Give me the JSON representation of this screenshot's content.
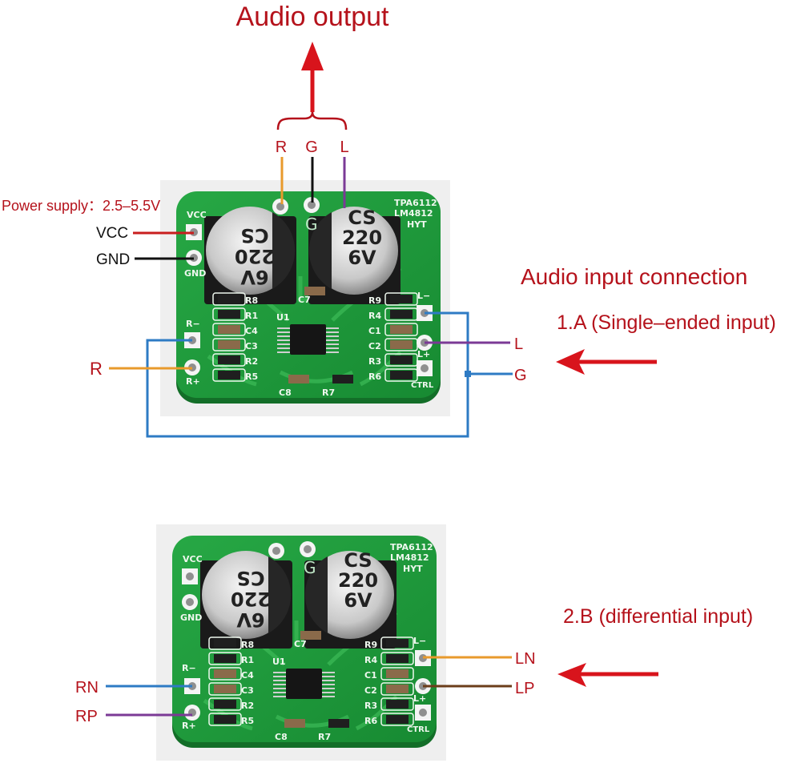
{
  "title": "Audio output",
  "output_pins": [
    "R",
    "G",
    "L"
  ],
  "power": {
    "label": "Power supply：2.5–5.5V",
    "vcc": "VCC",
    "gnd": "GND"
  },
  "input_heading": "Audio input connection",
  "mode_a": {
    "label": "1.A (Single–ended input)",
    "right_left_pin": "R",
    "left_pin": "L",
    "ground_pin": "G"
  },
  "mode_b": {
    "label": "2.B (differential input)",
    "rn": "RN",
    "rp": "RP",
    "ln": "LN",
    "lp": "LP"
  },
  "board": {
    "chip_marking_1": "TPA6112",
    "chip_marking_2": "LM4812",
    "maker": "HYT",
    "cap_line1": "CS",
    "cap_line2": "220",
    "cap_line3": "6V",
    "pad_vcc": "VCC",
    "pad_gnd": "GND",
    "pad_g": "G",
    "pad_r_minus": "R−",
    "pad_r_plus": "R+",
    "pad_l_minus": "L−",
    "pad_l_plus": "L+",
    "pad_ctrl": "CTRL",
    "ic": "U1",
    "left_parts": [
      "R8",
      "R1",
      "C4",
      "C3",
      "R2",
      "R5"
    ],
    "right_parts": [
      "R9",
      "R4",
      "C1",
      "C2",
      "R3",
      "R6"
    ],
    "bottom_parts": [
      "C8",
      "R7"
    ],
    "top_part": "C7"
  },
  "colors": {
    "label_red": "#b5121b",
    "arrow_red": "#d8141c",
    "wire_red": "#c81e1e",
    "wire_black": "#111111",
    "wire_orange": "#e89a2c",
    "wire_purple": "#7b3a96",
    "wire_blue": "#2e7bc4",
    "wire_brown": "#6b3d1a",
    "pcb_green": "#1f9a3a"
  }
}
